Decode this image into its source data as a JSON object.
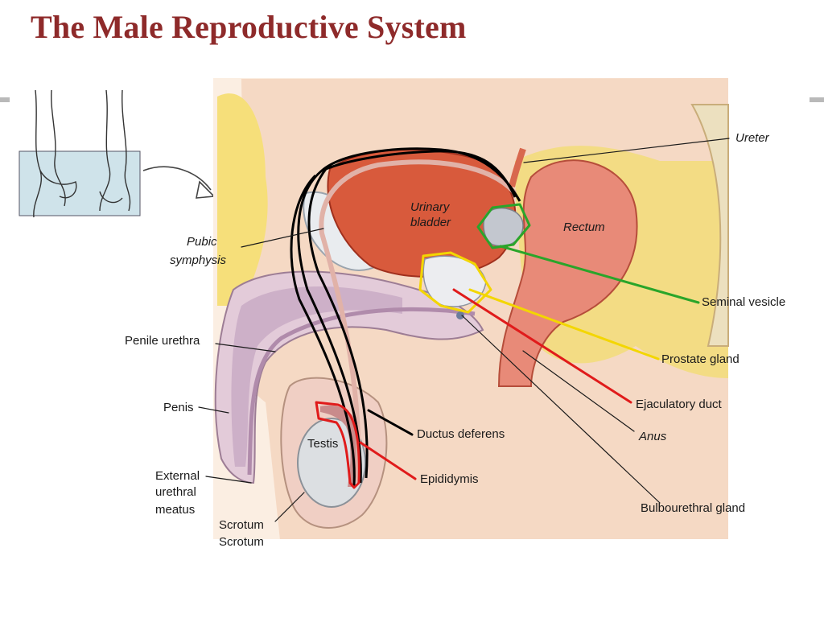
{
  "title": "The Male Reproductive System",
  "labels": {
    "ureter": "Ureter",
    "urinary_bladder_1": "Urinary",
    "urinary_bladder_2": "bladder",
    "rectum": "Rectum",
    "pubic_symphysis_1": "Pubic",
    "pubic_symphysis_2": "symphysis",
    "seminal_vesicle": "Seminal vesicle",
    "prostate_gland": "Prostate gland",
    "penile_urethra": "Penile urethra",
    "ejaculatory_duct": "Ejaculatory duct",
    "penis": "Penis",
    "ductus_deferens": "Ductus deferens",
    "anus": "Anus",
    "testis": "Testis",
    "epididymis": "Epididymis",
    "external_urethral_meatus_1": "External",
    "external_urethral_meatus_2": "urethral",
    "external_urethral_meatus_3": "meatus",
    "scrotum": "Scrotum",
    "scrotum_cut": "Scrotum",
    "bulbourethral_gland": "Bulbourethral gland"
  },
  "colors": {
    "title": "#8e2a2a",
    "seminal_vesicle_highlight": "#2aa52a",
    "prostate_highlight": "#f3d600",
    "ejaculatory_epididymis_highlight": "#e01b1b",
    "ductus_highlight": "#000000"
  }
}
